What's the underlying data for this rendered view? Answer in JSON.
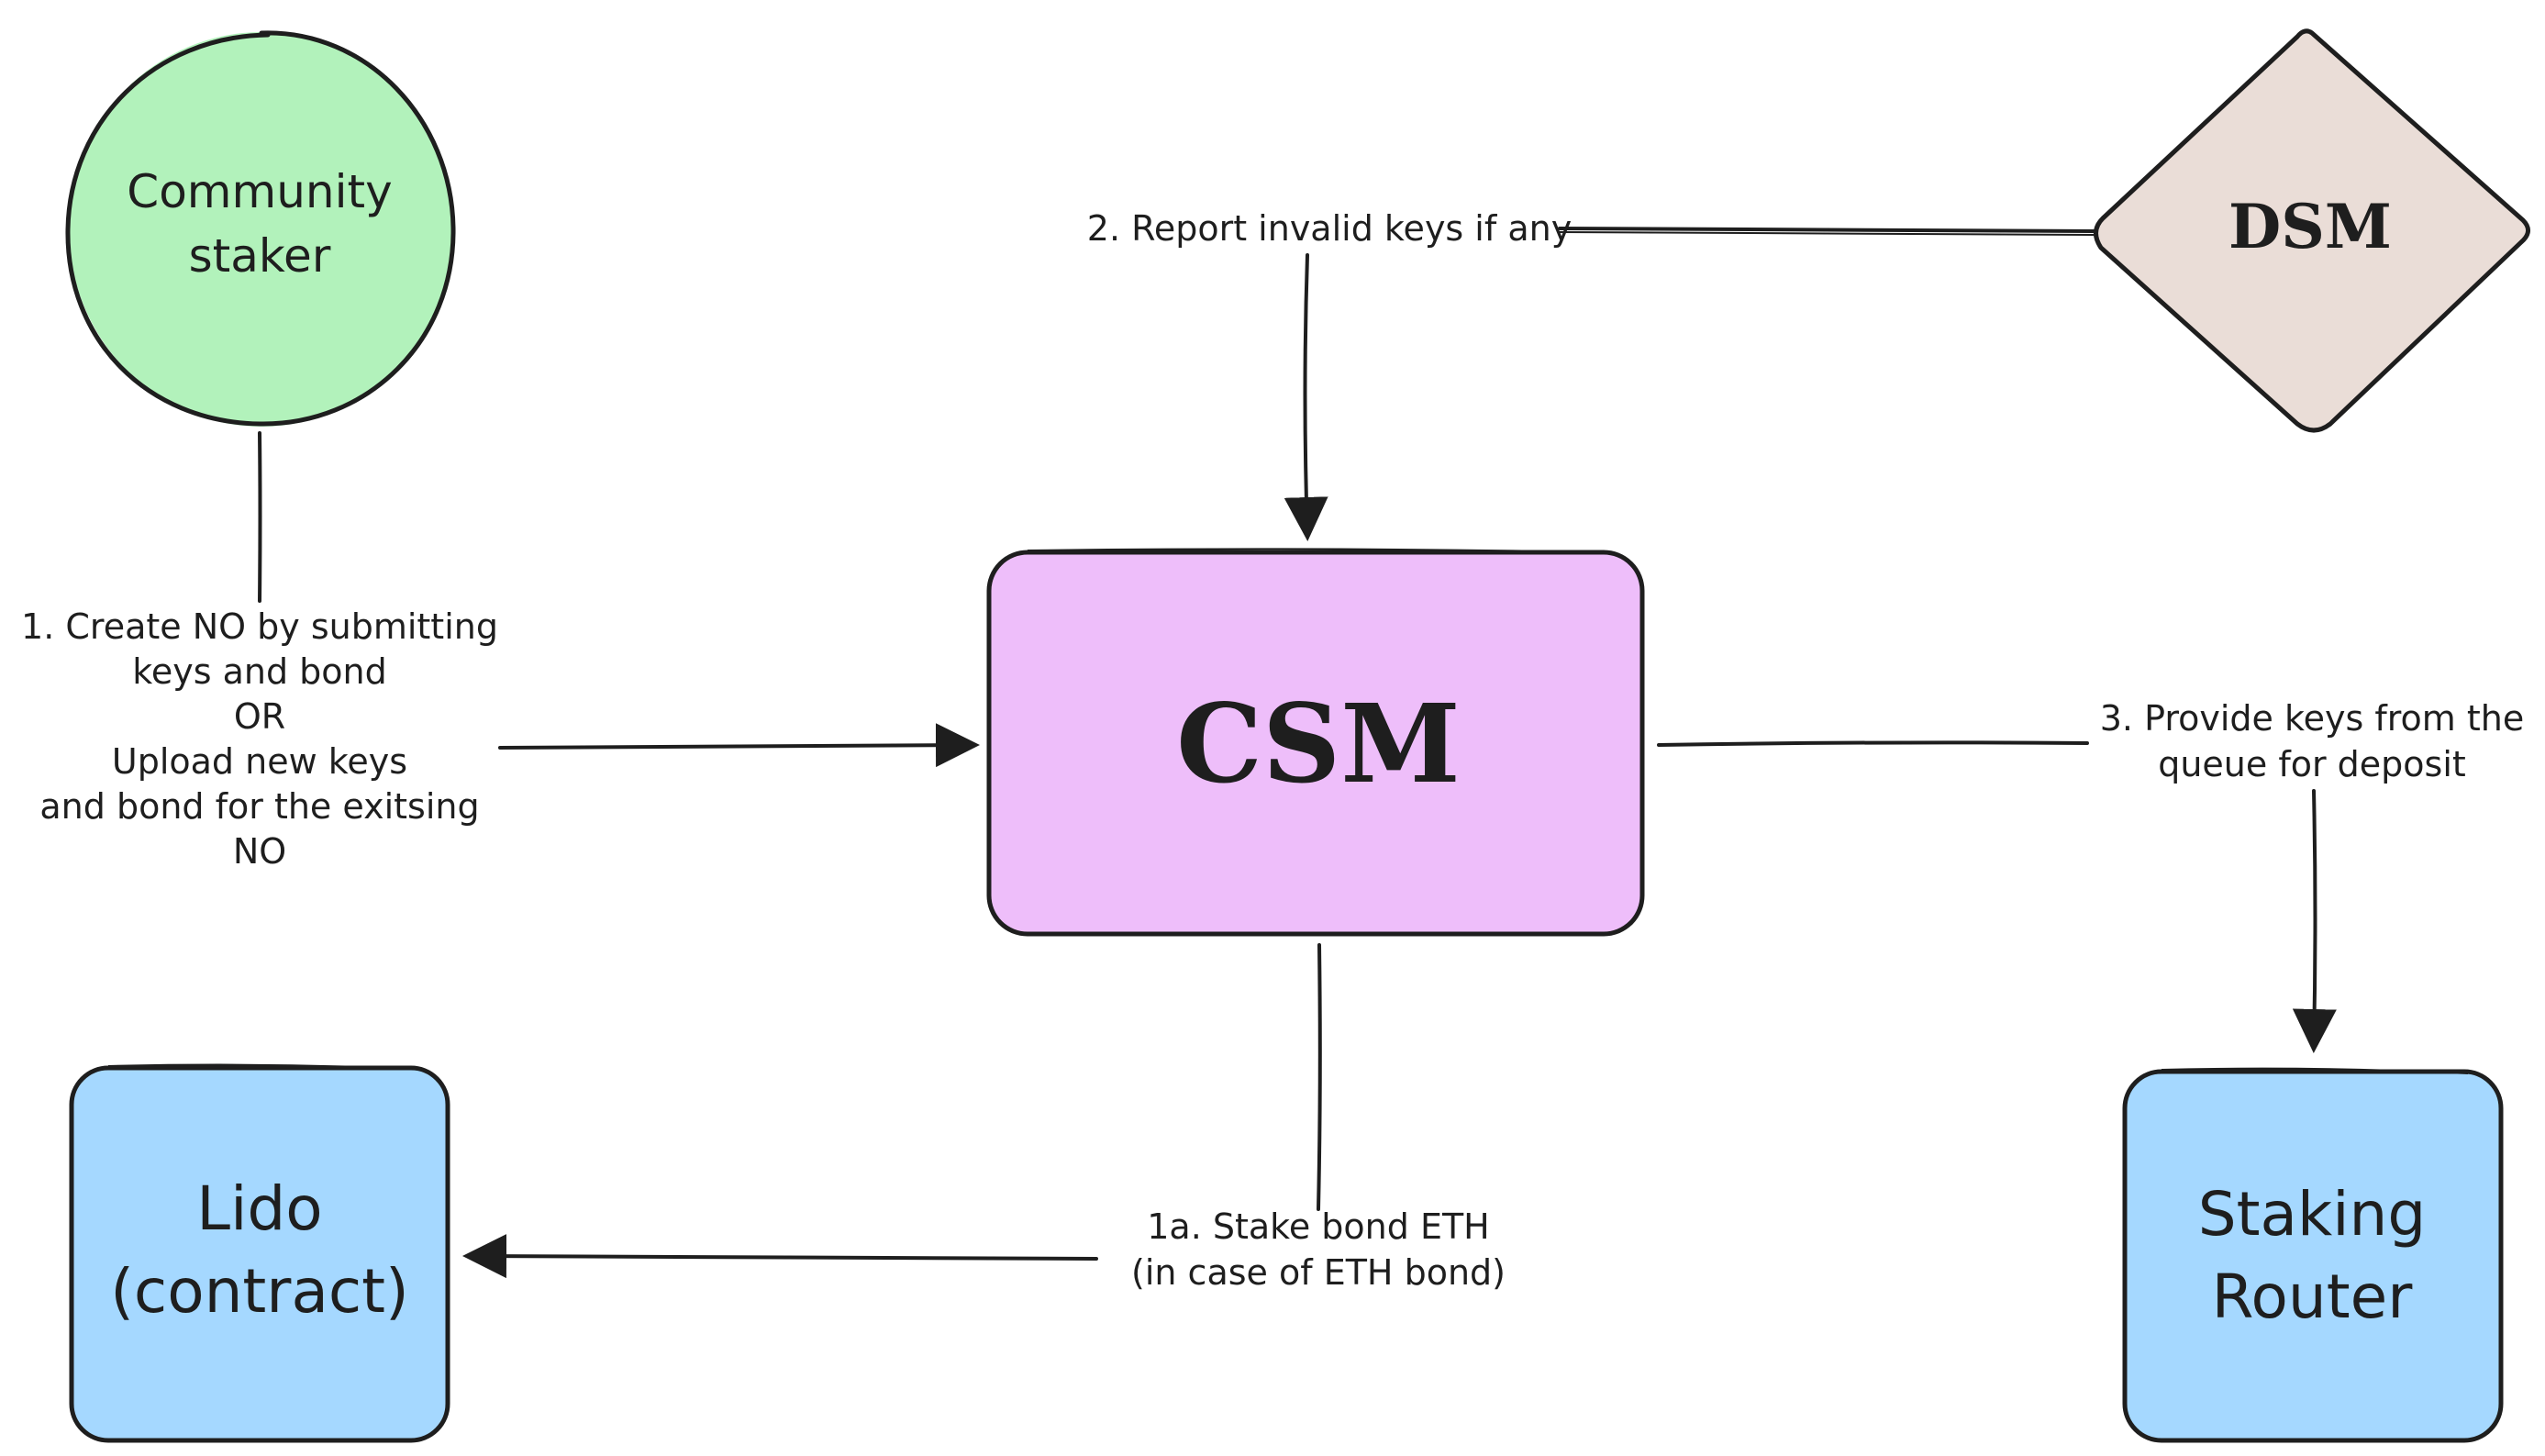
{
  "nodes": {
    "community_staker": {
      "line1": "Community",
      "line2": "staker",
      "color": "#b2f2bb"
    },
    "dsm": {
      "label": "DSM",
      "color": "#eaddd7"
    },
    "csm": {
      "label": "CSM",
      "color": "#eebefa"
    },
    "lido": {
      "line1": "Lido",
      "line2": "(contract)",
      "color": "#a5d8ff"
    },
    "staking_router": {
      "line1": "Staking",
      "line2": "Router",
      "color": "#a5d8ff"
    }
  },
  "edges": {
    "step1": {
      "lines": [
        "1. Create NO by submitting",
        "keys and bond",
        "OR",
        "Upload new keys",
        "and bond for the exitsing",
        "NO"
      ]
    },
    "step1a": {
      "lines": [
        "1a. Stake bond ETH",
        "(in case of ETH bond)"
      ]
    },
    "step2": {
      "lines": [
        "2. Report invalid keys if any"
      ]
    },
    "step3": {
      "lines": [
        "3. Provide keys from the",
        "queue for deposit"
      ]
    }
  },
  "colors": {
    "stroke": "#1e1e1e",
    "background": "#ffffff"
  }
}
